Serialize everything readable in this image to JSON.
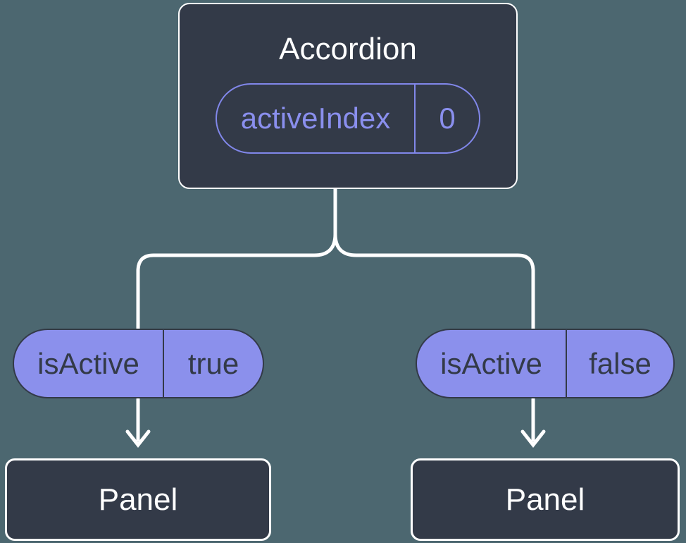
{
  "colors": {
    "background": "#4C6770",
    "node_fill": "#333A48",
    "node_border": "#FFFFFF",
    "node_text": "#FFFFFF",
    "pill_fill": "#8B90EC",
    "pill_border": "#333A48",
    "pill_text": "#333A48",
    "state_accent": "#8187EA",
    "state_text": "#8A8FEE",
    "connector": "#FFFFFF"
  },
  "root_node": {
    "title": "Accordion",
    "state": {
      "name": "activeIndex",
      "value": "0"
    }
  },
  "branches": [
    {
      "prop_name": "isActive",
      "prop_value": "true",
      "child_title": "Panel"
    },
    {
      "prop_name": "isActive",
      "prop_value": "false",
      "child_title": "Panel"
    }
  ]
}
